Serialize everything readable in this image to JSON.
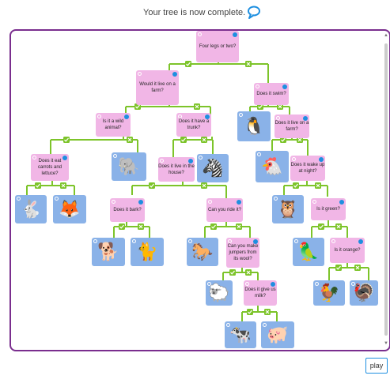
{
  "header": {
    "status_text": "Your tree is now complete.",
    "icon": "speech-bubble-icon"
  },
  "footer": {
    "play_label": "play"
  },
  "colors": {
    "frame": "#7a2e8e",
    "question_card": "#f1b6e6",
    "answer_card": "#8ab2e8",
    "branch": "#7dc42a",
    "accent": "#1e8fe0"
  },
  "icons": {
    "yes": "green-tick-icon",
    "no": "green-cross-icon"
  },
  "questions": {
    "q1": "Four legs or two?",
    "q2": "Would it live on a farm?",
    "q3": "Does it swim?",
    "q4": "Is it a wild animal?",
    "q5": "Does it have a trunk?",
    "q6": "Does it live on a farm?",
    "q7": "Does it eat carrots and lettuce?",
    "q8": "Does it live in the house?",
    "q9": "Does it wake up at night?",
    "q10": "Does it bark?",
    "q11": "Can you ride it?",
    "q12": "Is it green?",
    "q13": "Can you make jumpers from its wool?",
    "q14": "Is it orange?",
    "q15": "Does it give us milk?"
  },
  "animals": {
    "penguin": "🐧",
    "elephant": "🐘",
    "zebra": "🦓",
    "hen": "🐔",
    "rabbit": "🐇",
    "fox": "🦊",
    "owl": "🦉",
    "dog": "🐕",
    "cat": "🐈",
    "horse": "🐎",
    "parrot": "🦜",
    "sheep": "🐑",
    "chicken": "🐓",
    "turkey": "🦃",
    "cow": "🐄",
    "pig": "🐖"
  }
}
